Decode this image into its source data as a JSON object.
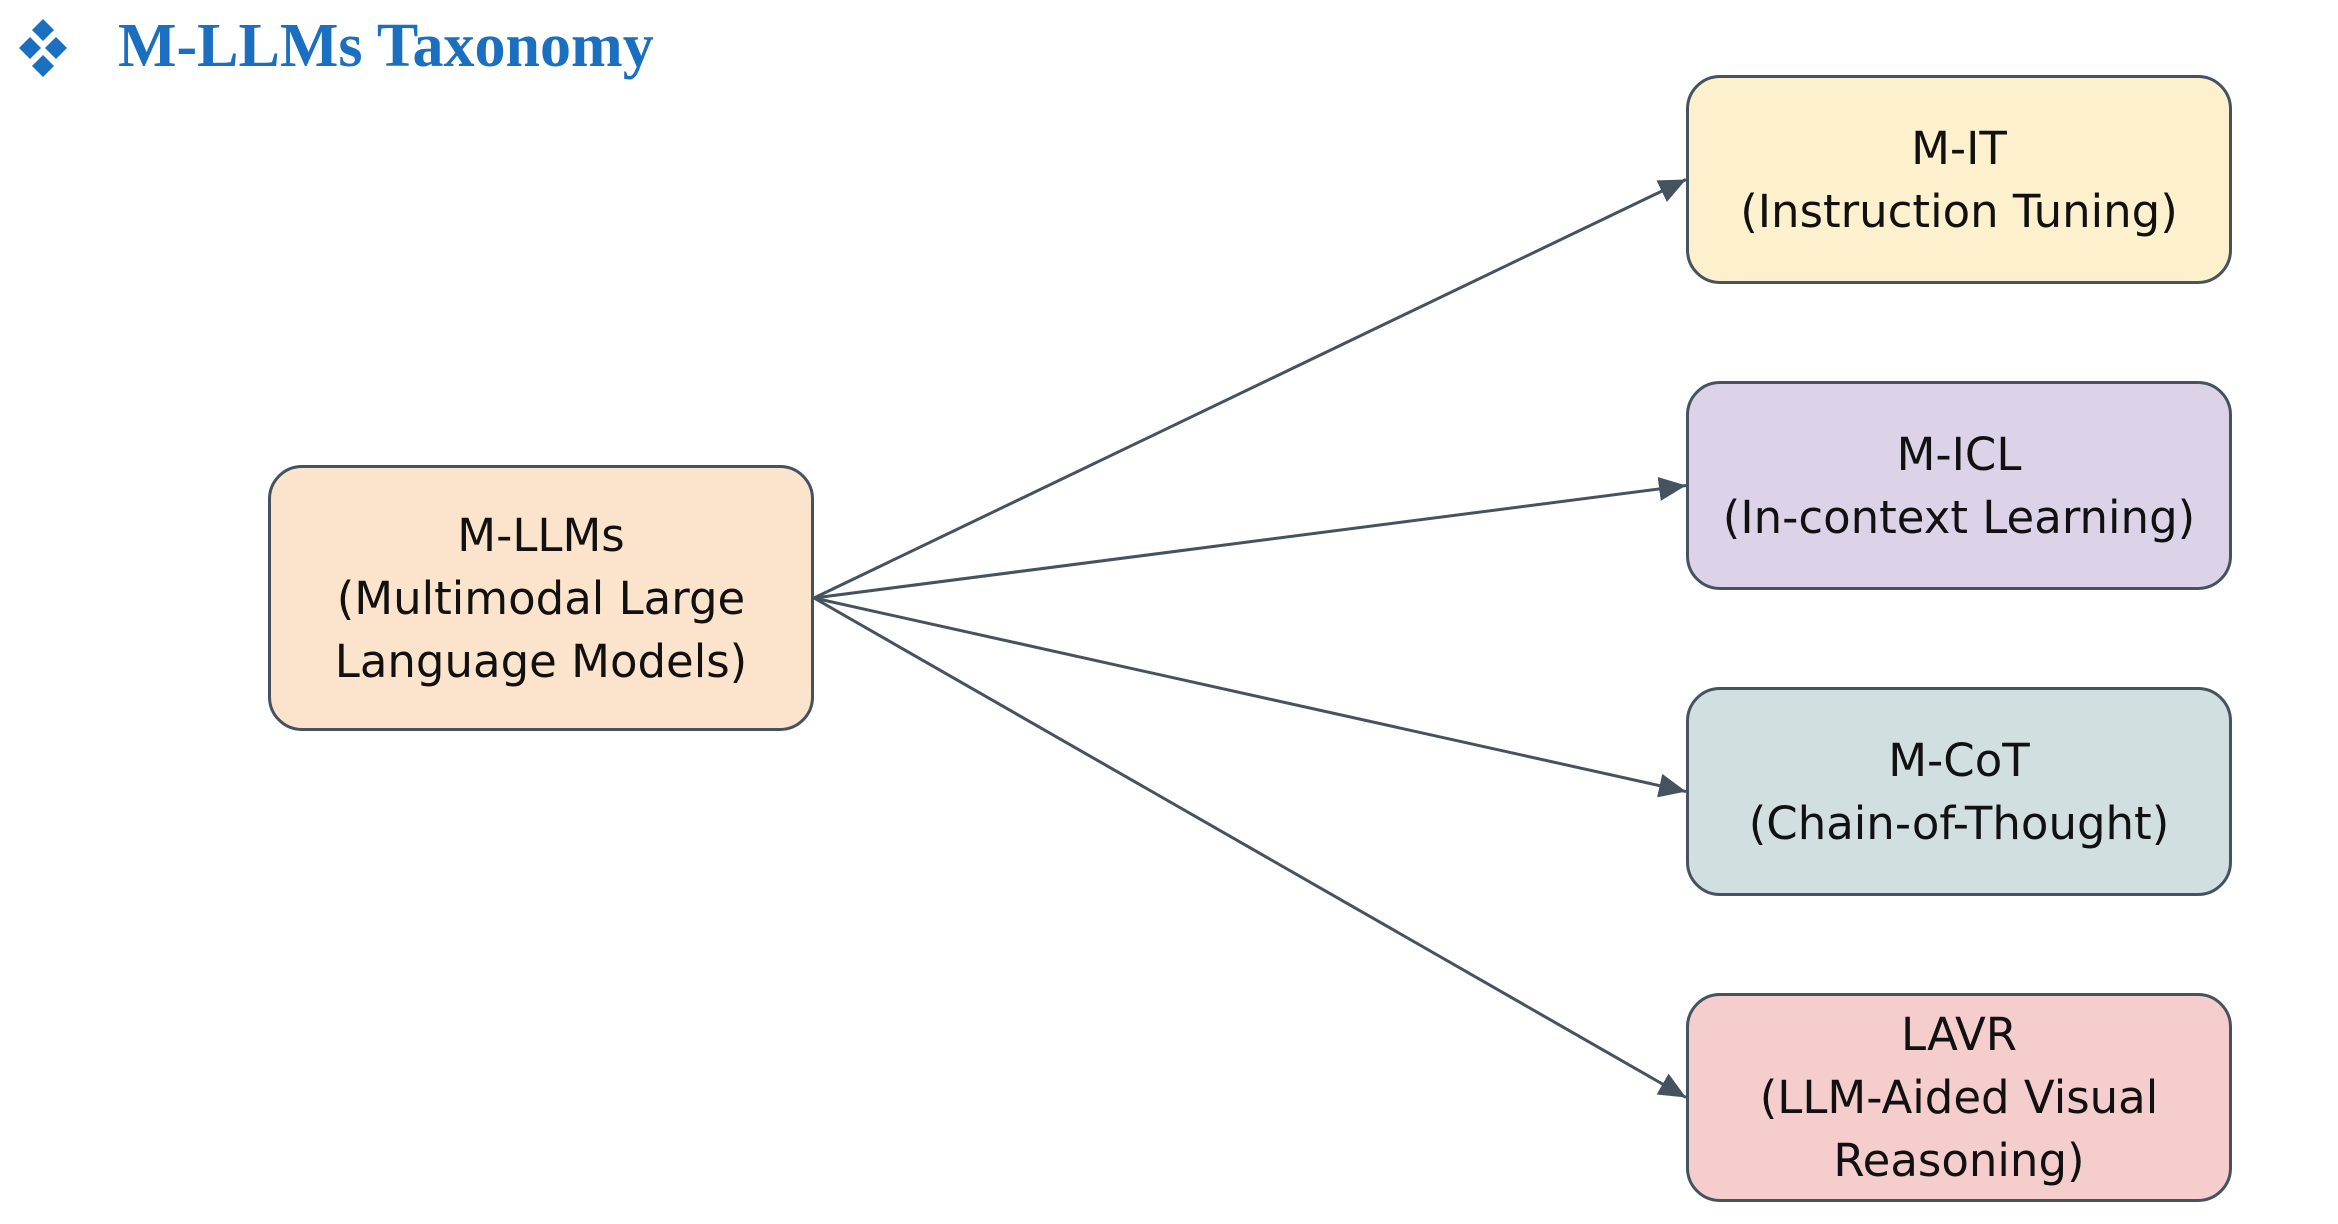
{
  "title": {
    "text": "M-LLMs Taxonomy",
    "color": "#1a6fc0"
  },
  "line_color": "#45525f",
  "root": {
    "lines": [
      "M-LLMs",
      "(Multimodal Large",
      "Language Models)"
    ],
    "fill": "#fce3cb"
  },
  "branches": [
    {
      "lines": [
        "M-IT",
        "(Instruction Tuning)"
      ],
      "fill": "#fdf0cc"
    },
    {
      "lines": [
        "M-ICL",
        "(In-context Learning)"
      ],
      "fill": "#dcd3e9"
    },
    {
      "lines": [
        "M-CoT",
        "(Chain-of-Thought)"
      ],
      "fill": "#d2dfe1"
    },
    {
      "lines": [
        "LAVR",
        "(LLM-Aided Visual",
        "Reasoning)"
      ],
      "fill": "#f4cdcc"
    }
  ]
}
